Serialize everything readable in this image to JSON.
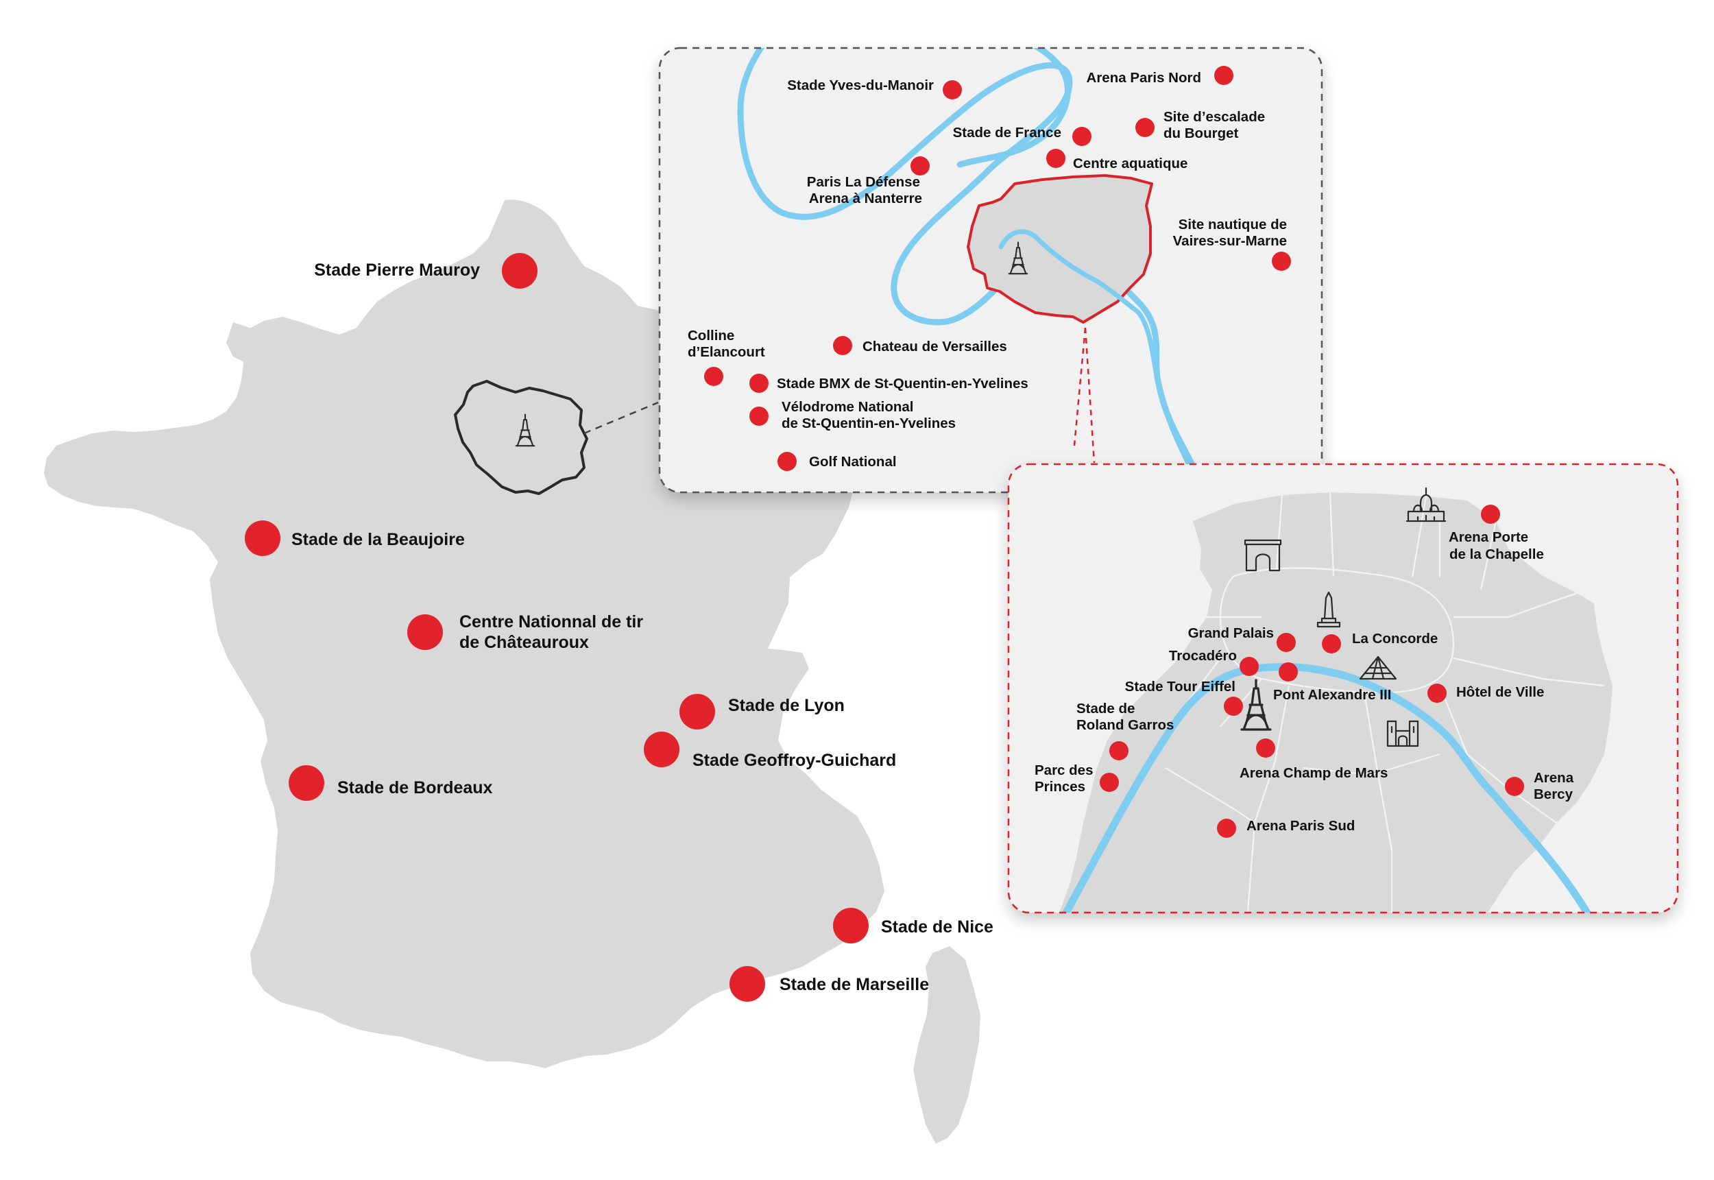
{
  "colors": {
    "venue_dot": "#e3232b",
    "land": "#d9d9d9",
    "river": "#7ecdf0",
    "inset_background": "#f1f1f1",
    "paris_border": "#d9232b",
    "ile_de_france_outline": "#2a2a2a",
    "label_text": "#111111"
  },
  "france_map": {
    "venues": [
      {
        "label": [
          "Stade Pierre Mauroy"
        ]
      },
      {
        "label": [
          "Stade de la Beaujoire"
        ]
      },
      {
        "label": [
          "Centre Nationnal de tir",
          "de Châteauroux"
        ]
      },
      {
        "label": [
          "Stade de Lyon"
        ]
      },
      {
        "label": [
          "Stade Geoffroy-Guichard"
        ]
      },
      {
        "label": [
          "Stade de Bordeaux"
        ]
      },
      {
        "label": [
          "Stade de Nice"
        ]
      },
      {
        "label": [
          "Stade de Marseille"
        ]
      }
    ],
    "icons": [
      "ile-de-france-outline",
      "eiffel-tower-icon"
    ]
  },
  "ile_de_france_inset": {
    "venues": [
      {
        "label": [
          "Stade Yves-du-Manoir"
        ]
      },
      {
        "label": [
          "Arena Paris Nord"
        ]
      },
      {
        "label": [
          "Site d’escalade",
          "du Bourget"
        ]
      },
      {
        "label": [
          "Stade de France"
        ]
      },
      {
        "label": [
          "Centre aquatique"
        ]
      },
      {
        "label": [
          "Paris La Défense",
          "Arena à Nanterre"
        ]
      },
      {
        "label": [
          "Site nautique de",
          "Vaires-sur-Marne"
        ]
      },
      {
        "label": [
          "Colline",
          "d’Elancourt"
        ]
      },
      {
        "label": [
          "Chateau de Versailles"
        ]
      },
      {
        "label": [
          "Stade BMX de St-Quentin-en-Yvelines"
        ]
      },
      {
        "label": [
          "Vélodrome National",
          "de St-Quentin-en-Yvelines"
        ]
      },
      {
        "label": [
          "Golf National"
        ]
      }
    ],
    "icons": [
      "paris-boundary",
      "eiffel-tower-icon",
      "seine-river"
    ]
  },
  "paris_inset": {
    "venues": [
      {
        "label": [
          "Arena Porte",
          "de la Chapelle"
        ]
      },
      {
        "label": [
          "Grand Palais"
        ]
      },
      {
        "label": [
          "La Concorde"
        ]
      },
      {
        "label": [
          "Trocadéro"
        ]
      },
      {
        "label": [
          "Pont Alexandre III"
        ]
      },
      {
        "label": [
          "Stade Tour Eiffel"
        ]
      },
      {
        "label": [
          "Hôtel de Ville"
        ]
      },
      {
        "label": [
          "Stade de",
          "Roland Garros"
        ]
      },
      {
        "label": [
          "Arena Champ de Mars"
        ]
      },
      {
        "label": [
          "Parc des",
          "Princes"
        ]
      },
      {
        "label": [
          "Arena",
          "Bercy"
        ]
      },
      {
        "label": [
          "Arena Paris Sud"
        ]
      }
    ],
    "icons": [
      "sacre-coeur-icon",
      "arc-de-triomphe-icon",
      "obelisk-icon",
      "louvre-pyramid-icon",
      "eiffel-tower-icon",
      "notre-dame-icon"
    ]
  }
}
